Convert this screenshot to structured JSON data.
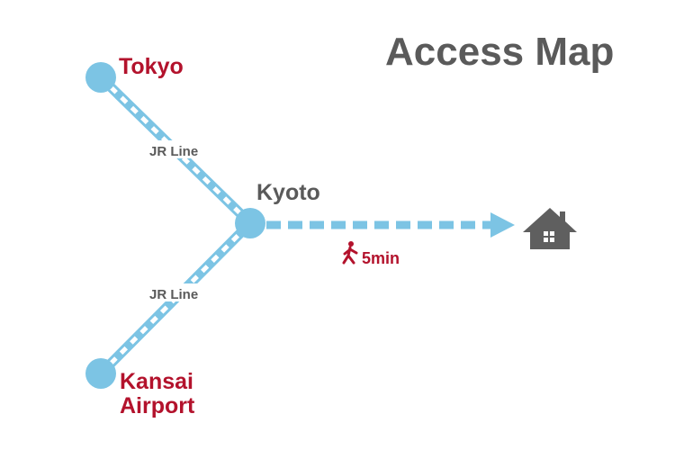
{
  "title": "Access Map",
  "stations": {
    "tokyo": "Tokyo",
    "kyoto": "Kyoto",
    "kansai_line1": "Kansai",
    "kansai_line2": "Airport"
  },
  "lines": {
    "upper": "JR Line",
    "lower": "JR Line"
  },
  "walk": {
    "time": "5min",
    "icon": "walking-person-icon"
  },
  "destination_icon": "house-icon",
  "colors": {
    "line": "#7cc4e4",
    "station": "#7cc4e4",
    "accent": "#b3122c",
    "text": "#5a5a5a"
  }
}
